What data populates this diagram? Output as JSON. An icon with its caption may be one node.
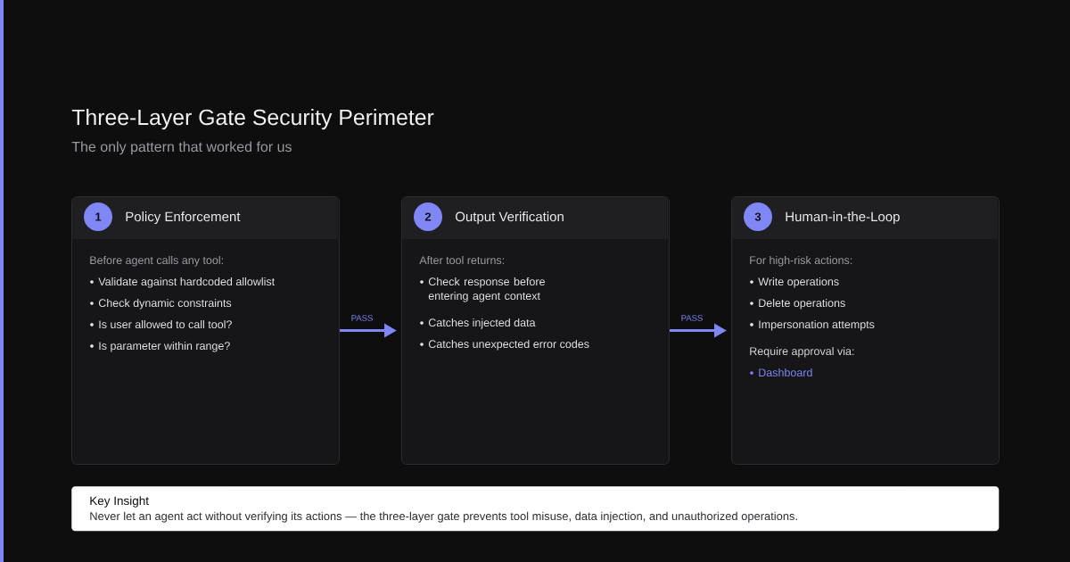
{
  "diagram": {
    "title": "Three-Layer Gate Security Perimeter",
    "nodes": [
      {
        "text": [
          "Policy Enforcement",
          "Before agent calls any tool:",
          "Validate against hardcoded allowlist",
          "Check dynamic constraints",
          "Is user allowed to call tool?",
          "Is parameter within range?"
        ]
      },
      {
        "text": [
          "1"
        ],
        "in": 0
      },
      {
        "text": [
          "Output Verification",
          "After tool returns:",
          "Check response before entering agent context",
          "Catches injected data",
          "Catches unexpected error codes"
        ]
      },
      {
        "text": [
          "2"
        ],
        "in": 2
      },
      {
        "text": [
          "Human-in-the-Loop",
          "For high-risk actions:",
          "Write operations",
          "Delete operations",
          "Impersonation attempts",
          "Require approval via:",
          "Dashboard"
        ]
      },
      {
        "text": [
          "3"
        ],
        "in": 4
      },
      {
        "text": [
          "Key Insight",
          "Never let an agent act without verifying its actions — the three-layer gate prevents tool misuse, data injection, and unauthorized operations."
        ]
      }
    ],
    "edges": [
      {
        "from": 0,
        "to": 2,
        "arrow": "to",
        "label": "PASS"
      },
      {
        "from": 2,
        "to": 4,
        "arrow": "to",
        "label": "PASS"
      }
    ],
    "labels": [
      "The only pattern that worked for us"
    ]
  }
}
